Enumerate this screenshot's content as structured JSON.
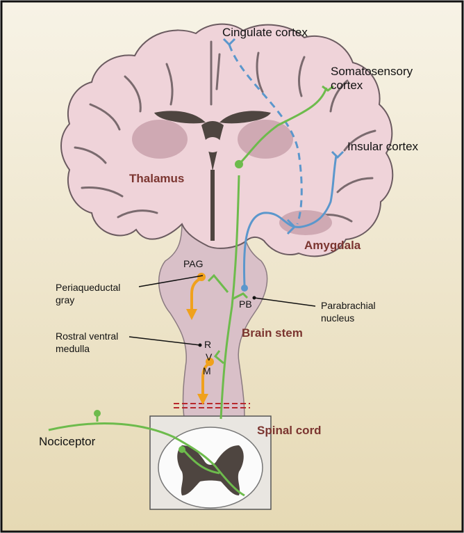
{
  "labels": {
    "cingulate_cortex": "Cingulate cortex",
    "somatosensory_line1": "Somatosensory",
    "somatosensory_line2": "cortex",
    "insular_cortex": "Insular cortex",
    "thalamus": "Thalamus",
    "amygdala": "Amygdala",
    "pag": "PAG",
    "periaqueductal_line1": "Periaqueductal",
    "periaqueductal_line2": "gray",
    "pb": "PB",
    "parabrachial_line1": "Parabrachial",
    "parabrachial_line2": "nucleus",
    "brain_stem": "Brain stem",
    "rostral_line1": "Rostral ventral",
    "rostral_line2": "medulla",
    "rvm_r": "R",
    "rvm_v": "V",
    "rvm_m": "M",
    "spinal_cord": "Spinal cord",
    "nociceptor": "Nociceptor"
  },
  "colors": {
    "background_top": "#f7f3e6",
    "background_bottom": "#e6d9b4",
    "border": "#111111",
    "brain_fill": "#efd3d9",
    "brain_outline": "#6b5b60",
    "sulcus": "#7a6a6e",
    "ventricle": "#4e4540",
    "thalamus_shade": "#cfa9b3",
    "stem_fill": "#d9c0c8",
    "region_label": "#7b3530",
    "green_pathway": "#6dbb4c",
    "blue_pathway": "#5b97cc",
    "orange_arrow": "#f0a11c",
    "cut_line": "#b8282c",
    "cord_box": "#e9e6e1",
    "cord_white": "#fbfbfb",
    "cord_gray": "#4e4540"
  },
  "icons": [
    "descending-arrow-icon",
    "synapse-terminal-icon"
  ]
}
